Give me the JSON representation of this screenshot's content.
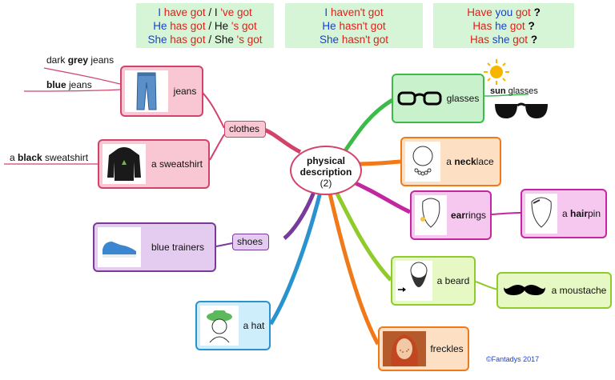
{
  "grammar": {
    "positive": {
      "l1": [
        "I",
        "have got",
        "/ I",
        "'ve got"
      ],
      "l2": [
        "He",
        "has got",
        "/ He",
        "'s got"
      ],
      "l3": [
        "She",
        "has got",
        "/ She",
        "'s got"
      ]
    },
    "negative": {
      "l1": [
        "I",
        "haven't got"
      ],
      "l2": [
        "He",
        "hasn't got"
      ],
      "l3": [
        "She",
        "hasn't got"
      ]
    },
    "question": {
      "l1": [
        "Have",
        "you",
        "got",
        "?"
      ],
      "l2": [
        "Has",
        "he",
        "got",
        "?"
      ],
      "l3": [
        "Has",
        "she",
        "got",
        "?"
      ]
    }
  },
  "center": {
    "line1": "physical",
    "line2": "description",
    "line3": "(2)"
  },
  "categories": {
    "clothes": "clothes",
    "shoes": "shoes"
  },
  "nodes": {
    "jeans": "jeans",
    "sweatshirt": "a sweatshirt",
    "trainers": "blue trainers",
    "hat": "a hat",
    "glasses": "glasses",
    "necklace_pre": "a ",
    "necklace_bold": "neck",
    "necklace_post": "lace",
    "earrings_bold": "ear",
    "earrings_post": "rings",
    "beard": "a beard",
    "freckles": "freckles",
    "hairpin_pre": "a ",
    "hairpin_bold": "hair",
    "hairpin_post": "pin",
    "moustache": "a moustache"
  },
  "branches": {
    "grey_pre": "dark ",
    "grey_bold": "grey",
    "grey_post": " jeans",
    "blue_bold": "blue",
    "blue_post": " jeans",
    "black_pre": "a ",
    "black_bold": "black",
    "black_post": " sweatshirt",
    "sun_bold": "sun",
    "sun_post": " glasses"
  },
  "copyright": "©Fantadys 2017",
  "colors": {
    "pink": "#f9c6d3",
    "pinkBorder": "#d2436b",
    "lilac": "#e4cbf0",
    "lilacBorder": "#7a3a9a",
    "blueLight": "#cdeefa",
    "blueBorder": "#2a92cf",
    "green": "#c9f2cc",
    "greenBorder": "#3dbb4a",
    "orange": "#fde0c4",
    "orangeBorder": "#f07a1a",
    "magenta": "#f6c7ef",
    "magentaBorder": "#c2279f",
    "lime": "#e6f8c4",
    "limeBorder": "#8fcb2a"
  }
}
